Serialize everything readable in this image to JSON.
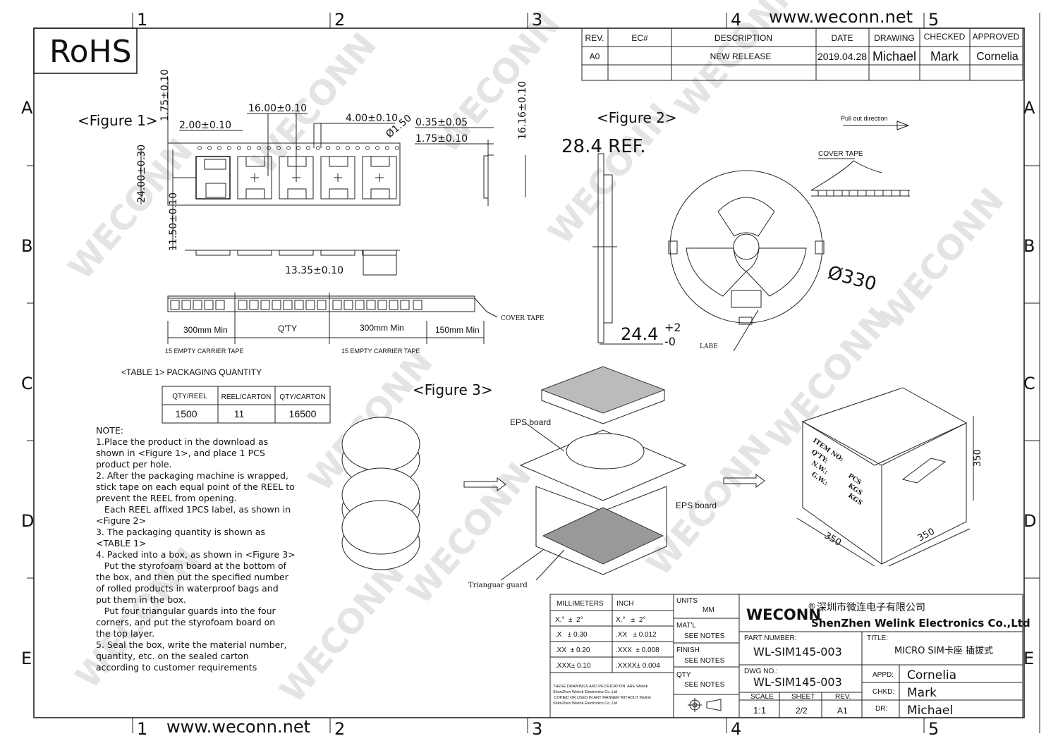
{
  "watermark": "WECONN",
  "grid": {
    "cols": [
      "1",
      "2",
      "3",
      "4",
      "5"
    ],
    "rows": [
      "A",
      "B",
      "C",
      "D",
      "E"
    ]
  },
  "website": "www.weconn.net",
  "rohs": "RoHS",
  "revision_table": {
    "headers": [
      "REV.",
      "EC#",
      "DESCRIPTION",
      "DATE",
      "DRAWING",
      "CHECKED",
      "APPROVED"
    ],
    "rows": [
      [
        "A0",
        "",
        "NEW RELEASE",
        "2019.04.28",
        "Michael",
        "Mark",
        "Cornelia"
      ]
    ]
  },
  "figure1": {
    "title": "<Figure 1>",
    "dims": {
      "d1": "1.75±0.10",
      "d2": "2.00±0.10",
      "d3": "16.00±0.10",
      "d4": "4.00±0.10",
      "d5": "Ø1.50",
      "d6": "0.35±0.05",
      "d7": "1.75±0.10",
      "d8": "16.16±0.10",
      "d9": "24.00±0.30",
      "d10": "11.50±0.10",
      "d11": "13.35±0.10"
    },
    "tape": {
      "seg1": "300mm  Min",
      "seg2": "Q'TY",
      "seg3": "300mm Min",
      "seg4": "150mm Min",
      "empty1": "15 EMPTY CARRIER TAPE",
      "empty2": "15 EMPTY CARRIER TAPE",
      "cover": "COVER  TAPE"
    }
  },
  "table1": {
    "title": "<TABLE 1> PACKAGING QUANTITY",
    "headers": [
      "QTY/REEL",
      "REEL/CARTON",
      "QTY/CARTON"
    ],
    "values": [
      "1500",
      "11",
      "16500"
    ]
  },
  "notes": [
    "NOTE:",
    "1.Place the product in the download as",
    "shown in <Figure 1>, and place 1 PCS",
    "product per hole.",
    "2. After the packaging machine is wrapped,",
    "stick tape on each equal point of the REEL to",
    "prevent the REEL from opening.",
    "   Each REEL affixed 1PCS label, as shown in",
    "<Figure 2>",
    "3. The packaging quantity is shown as",
    "<TABLE 1>",
    "4. Packed into a box, as shown in <Figure 3>",
    "   Put the styrofoam board at the bottom of",
    "the box, and then put the specified number",
    "of rolled products in waterproof bags and",
    "put them in the box.",
    "   Put four triangular guards into the four",
    "corners, and put the styrofoam board on",
    "the top layer.",
    "5. Seal the box, write the material number,",
    "quantity, etc. on the sealed carton",
    "according to customer requirements"
  ],
  "figure2": {
    "title": "<Figure 2>",
    "ref": "28.4 REF.",
    "pull": "Pull out direction",
    "cover": "COVER TAPE",
    "diameter": "Ø330",
    "width": "24.4",
    "tol_plus": "+2",
    "tol_minus": "-0",
    "label": "LABE"
  },
  "figure3": {
    "title": "<Figure 3>",
    "eps_top": "EPS board",
    "eps_bottom": "EPS board",
    "guard": "Trianguar guard",
    "box_labels": [
      "ITEM NO:",
      "Q'TY:",
      "N.W.:",
      "G.W.:"
    ],
    "box_units": [
      "PCS",
      "KGS",
      "KGS"
    ],
    "dim_h": "350",
    "dim_w": "350",
    "dim_d": "350"
  },
  "title_block": {
    "tolerance_headers": [
      "MILLIMETERS",
      "INCH"
    ],
    "tolerances": [
      [
        "X.°  ±  2°",
        "X.°   ±  2°"
      ],
      [
        ".X   ± 0.30",
        ".XX   ± 0.012"
      ],
      [
        ".XX  ± 0.20",
        ".XXX  ± 0.008"
      ],
      [
        ".XXX± 0.10",
        ".XXXX± 0.004"
      ]
    ],
    "disclaimer": [
      "THESE DRAWINGS AND PECIFICATION  ARE Welink",
      "ShenZhen Welink Electronics Co.,Ltd",
      " COPIED OR USED IN ANY MANNER WITHOUT Welink",
      "ShenZhen Welink Electronics Co.,Ltd"
    ],
    "units_label": "UNITS",
    "units": "MM",
    "matl_label": "MAT'L",
    "matl": "SEE NOTES",
    "finish_label": "FINISH",
    "finish": "SEE NOTES",
    "qty_label": "QTY",
    "qty": "SEE NOTES",
    "company_brand": "WECONN",
    "registered": "®",
    "company_cn": "深圳市微连电子有限公司",
    "company_en": "ShenZhen Welink Electronics Co.,Ltd",
    "part_number_label": "PART NUMBER:",
    "part_number": "WL-SIM145-003",
    "title_label": "TITLE:",
    "title": "MICRO SIM卡座 插拔式",
    "dwg_label": "DWG NO.:",
    "dwg": "WL-SIM145-003",
    "scale_label": "SCALE",
    "scale": "1:1",
    "sheet_label": "SHEET",
    "sheet": "2/2",
    "rev_label": "REV.",
    "rev": "A1",
    "appd_label": "APPD:",
    "appd": "Cornelia",
    "chkd_label": "CHKD:",
    "chkd": "Mark",
    "dr_label": "DR:",
    "dr": "Michael"
  }
}
